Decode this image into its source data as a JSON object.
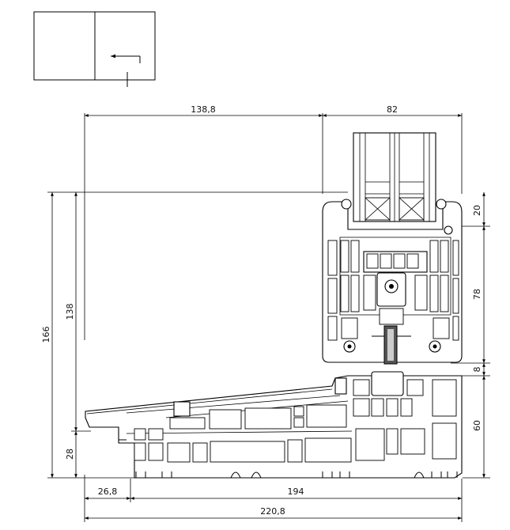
{
  "dimensions": {
    "top_left_width": "138,8",
    "top_right_width": "82",
    "overall_height": "166",
    "sash_height": "138",
    "threshold_height": "28",
    "glazing_offset": "20",
    "sash_section": "78",
    "gap": "8",
    "frame_section": "60",
    "bottom_offset": "26,8",
    "bottom_width": "194",
    "overall_width": "220,8"
  }
}
